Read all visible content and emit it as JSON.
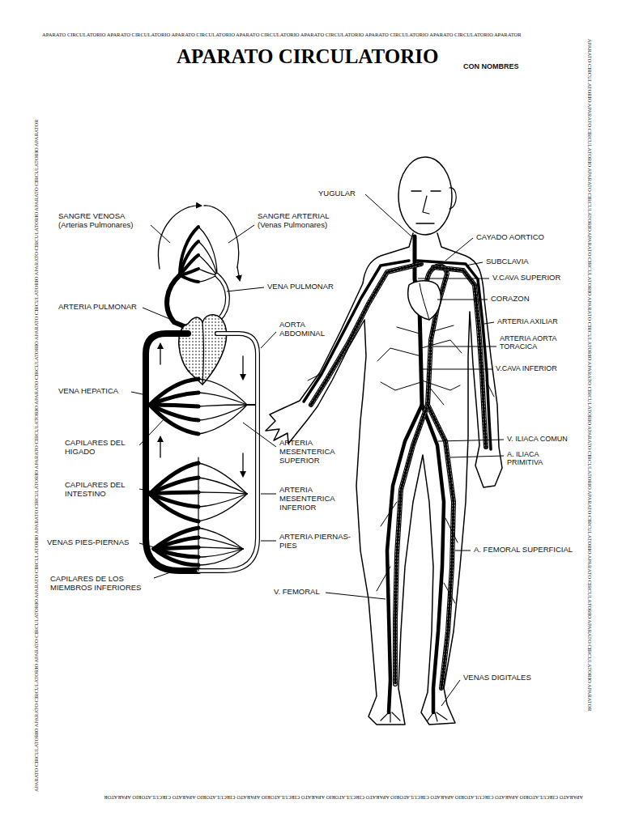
{
  "diagram": {
    "title": "APARATO CIRCULATORIO",
    "labels": [
      "CON NOMBRES",
      "YUGULAR",
      "SANGRE VENOSA (Arterias Pulmonares)",
      "SANGRE ARTERIAL (Venas Pulmonares)",
      "CAYADO AORTICO",
      "SUBCLAVIA",
      "V.CAVA SUPERIOR",
      "VENA PULMONAR",
      "CORAZON",
      "ARTERIA PULMONAR",
      "ARTERIA AXILIAR",
      "AORTA ABDOMINAL",
      "ARTERIA AORTA TORACICA",
      "V.CAVA INFERIOR",
      "VENA HEPATICA",
      "CAPILARES DEL HIGADO",
      "ARTERIA MESENTERICA SUPERIOR",
      "V. ILIACA COMUN",
      "A. ILIACA PRIMITIVA",
      "CAPILARES DEL INTESTINO",
      "ARTERIA MESENTERICA INFERIOR",
      "VENAS PIES-PIERNAS",
      "ARTERIA PIERNAS-PIES",
      "A. FEMORAL SUPERFICIAL",
      "V. FEMORAL",
      "CAPILARES DE LOS MIEMBROS INFERIORES",
      "VENAS DIGITALES",
      "APARATO CIRCULATORIO APARATO CIRCULATORIO APARATO CIRCULATORIO APARATO CIRCULATORIO APARATO CIRCULATORIO APARATO CIRCULATORIO APARATO CIRCULATORIO APARATOR",
      "APARATO CIRCULATORIO APARATO CIRCULATORIO APARATO CIRCULATORIO APARATO CIRCULATORIO APARATO CIRCULATORIO APARATO CIRCULATORIO APARATO CIRCULATORIO APARATO CIRCULATORIO APARATO CIRCULATORIO APARATO CIRCULATORIO APARATOR",
      "APARATO CIRCULATORIO APARATO CIRCULATORIO APARATO CIRCULATORIO APARATO CIRCULATORIO APARATO CIRCULATORIO APARATO CIRCULATORIO APARATO CIRCULATORIO APARATOR",
      "APARATO CIRCULATORIO APARATO CIRCULATORIO APARATO CIRCULATORIO APARATO CIRCULATORIO APARATO CIRCULATORIO APARATO CIRCULATORIO APARATO CIRCULATORIO APARATO CIRCULATORIO APARATO CIRCULATORIO APARATO CIRCULATORIO APARATOR"
    ]
  }
}
